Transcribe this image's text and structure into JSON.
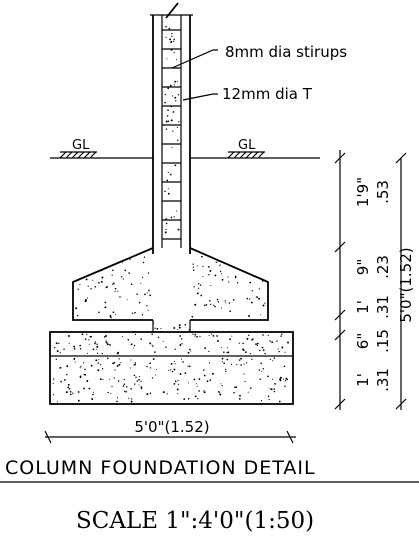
{
  "callouts": {
    "stirrups": "8mm dia stirups",
    "bars": "12mm dia T"
  },
  "ground_left": "GL",
  "ground_right": "GL",
  "dims_inner": [
    "1'9\"",
    ".53",
    "9\"",
    ".23",
    "1'",
    ".31",
    "6\"",
    ".15",
    "1'",
    ".31"
  ],
  "dim_total": "5'0\"(1.52)",
  "dim_bottom": "5'0\"(1.52)",
  "title": "COLUMN FOUNDATION DETAIL",
  "scale": "SCALE 1\":4'0\"(1:50)"
}
